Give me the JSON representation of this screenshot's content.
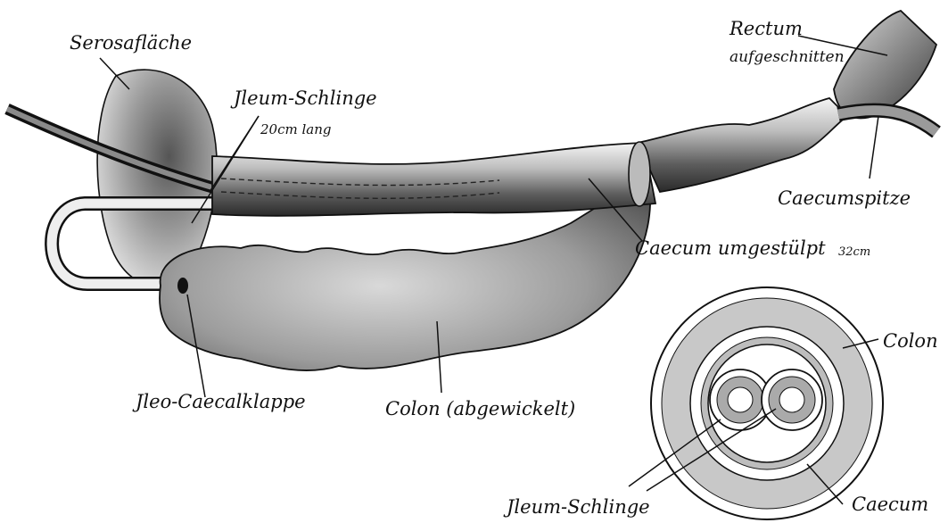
{
  "labels": {
    "serosaflaeche": "Serosafläche",
    "ileum_schlinge_top": "Jleum-Schlinge",
    "ileum_length": "20cm lang",
    "rectum": "Rectum",
    "rectum_sub": "aufgeschnitten",
    "caecumspitze": "Caecumspitze",
    "caecum_umgestuelpt": "Caecum umgestülpt",
    "caecum_length": "32cm",
    "ileo_caecalklappe": "Jleo-Caecalklappe",
    "colon_abgewickelt": "Colon (abgewickelt)",
    "colon": "Colon",
    "ileum_schlinge_bottom": "Jleum-Schlinge",
    "caecum": "Caecum"
  }
}
